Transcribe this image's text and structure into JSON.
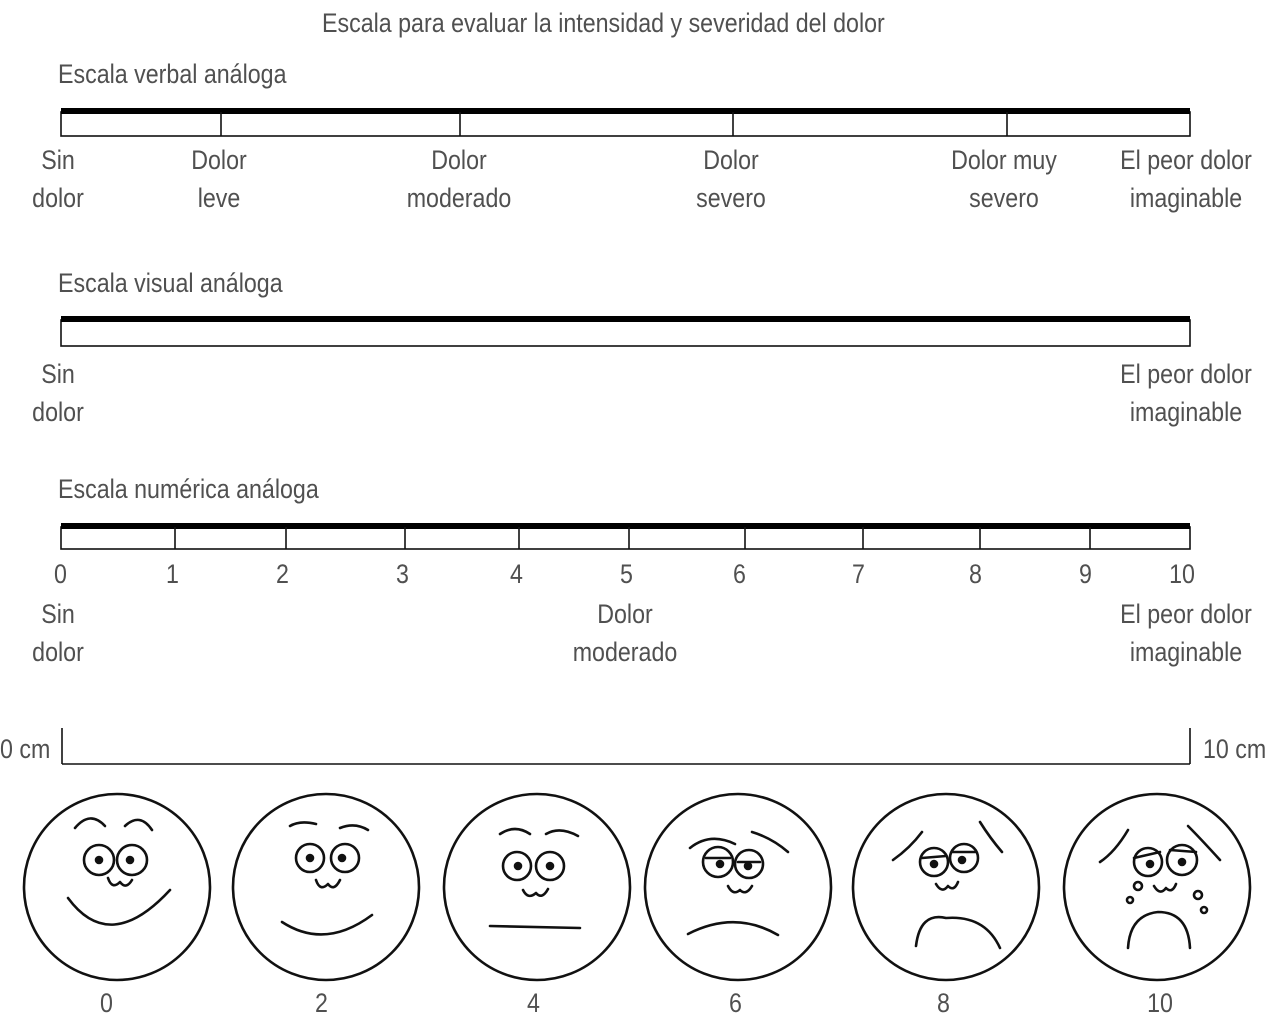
{
  "title": "Escala para evaluar la intensidad y severidad del dolor",
  "verbal": {
    "heading": "Escala verbal análoga",
    "labels": [
      {
        "line1": "Sin",
        "line2": "dolor"
      },
      {
        "line1": "Dolor",
        "line2": "leve"
      },
      {
        "line1": "Dolor",
        "line2": "moderado"
      },
      {
        "line1": "Dolor",
        "line2": "severo"
      },
      {
        "line1": "Dolor muy",
        "line2": "severo"
      },
      {
        "line1": "El peor dolor",
        "line2": "imaginable"
      }
    ]
  },
  "visual": {
    "heading": "Escala visual análoga",
    "left": {
      "line1": "Sin",
      "line2": "dolor"
    },
    "right": {
      "line1": "El peor dolor",
      "line2": "imaginable"
    }
  },
  "numeric": {
    "heading": "Escala numérica análoga",
    "ticks": [
      "0",
      "1",
      "2",
      "3",
      "4",
      "5",
      "6",
      "7",
      "8",
      "9",
      "10"
    ],
    "left": {
      "line1": "Sin",
      "line2": "dolor"
    },
    "middle": {
      "line1": "Dolor",
      "line2": "moderado"
    },
    "right": {
      "line1": "El peor dolor",
      "line2": "imaginable"
    }
  },
  "ruler": {
    "start": "0 cm",
    "end": "10 cm"
  },
  "faces": [
    "0",
    "2",
    "4",
    "6",
    "8",
    "10"
  ]
}
